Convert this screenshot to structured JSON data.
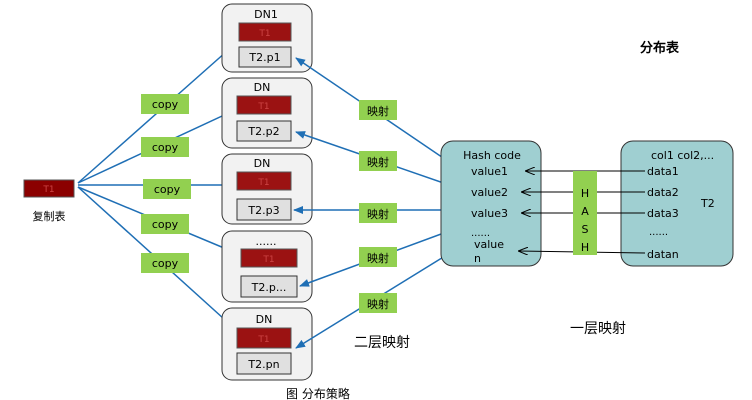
{
  "title": "分布表",
  "replicated": {
    "box_label": "T1",
    "caption": "复制表",
    "copy_label": "copy",
    "fill": "#8b0000"
  },
  "nodes": [
    {
      "name": "DN1",
      "t1": "T1",
      "part": "T2.p1"
    },
    {
      "name": "DN",
      "t1": "T1",
      "part": "T2.p2"
    },
    {
      "name": "DN",
      "t1": "T1",
      "part": "T2.p3"
    },
    {
      "name": "......",
      "t1": "T1",
      "part": "T2.p..."
    },
    {
      "name": "DN",
      "t1": "T1",
      "part": "T2.pn"
    }
  ],
  "mapping_label": "映射",
  "hash_box": {
    "title": "Hash code",
    "values": [
      "value1",
      "value2",
      "value3",
      "......",
      "value",
      "n"
    ]
  },
  "hash_band": {
    "letters": [
      "H",
      "A",
      "S",
      "H"
    ]
  },
  "table_box": {
    "header": "col1  col2,...",
    "rows": [
      "data1",
      "data2",
      "data3",
      "......",
      "datan"
    ],
    "name": "T2"
  },
  "labels": {
    "second_level": "二层映射",
    "first_level": "一层映射",
    "figure_caption": "图  分布策略"
  },
  "colors": {
    "green_label": "#92d050",
    "teal_box": "#9fcfd1",
    "node_bg": "#f2f2f2",
    "arrow_blue": "#1f6fb5",
    "dark_red": "#9b1212"
  }
}
